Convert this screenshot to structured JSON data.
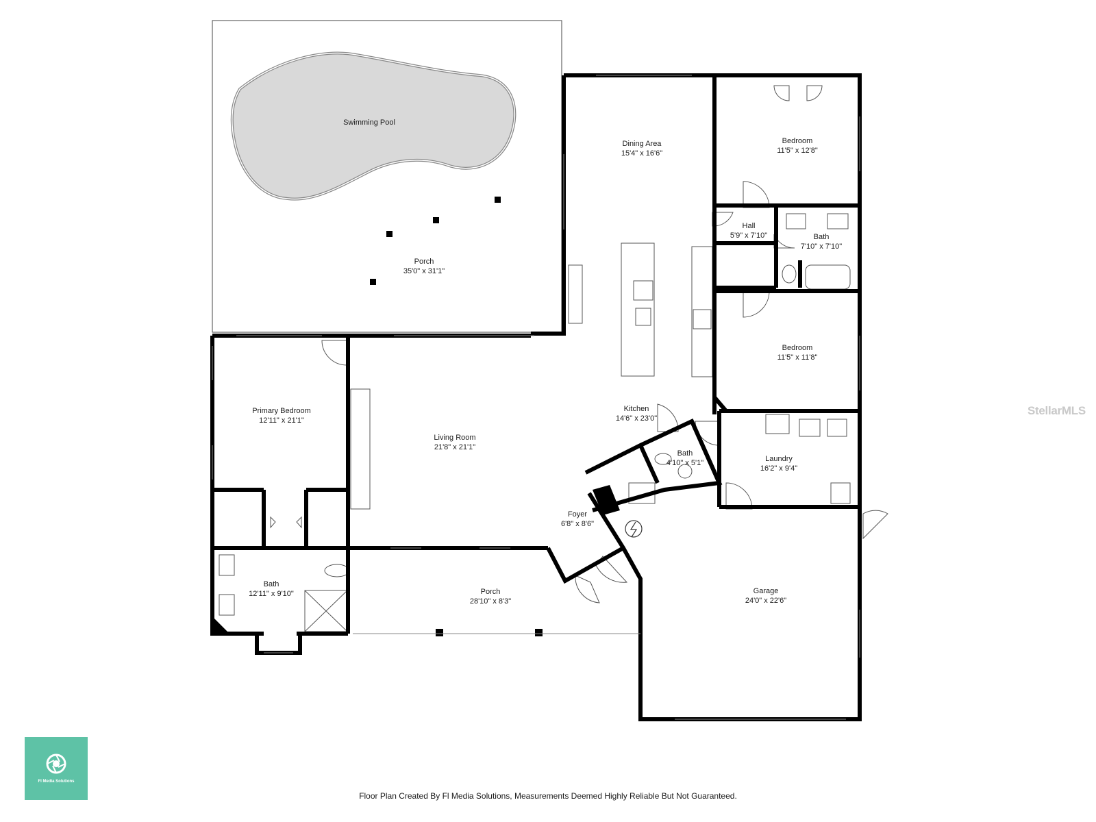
{
  "rooms": {
    "swimming_pool": {
      "name": "Swimming Pool",
      "dims": ""
    },
    "porch_back": {
      "name": "Porch",
      "dims": "35'0\" x 31'1\""
    },
    "dining_area": {
      "name": "Dining Area",
      "dims": "15'4\" x 16'6\""
    },
    "bedroom_1": {
      "name": "Bedroom",
      "dims": "11'5\" x 12'8\""
    },
    "hall": {
      "name": "Hall",
      "dims": "5'9\" x 7'10\""
    },
    "bath_hall": {
      "name": "Bath",
      "dims": "7'10\" x 7'10\""
    },
    "bedroom_2": {
      "name": "Bedroom",
      "dims": "11'5\" x 11'8\""
    },
    "primary_bedroom": {
      "name": "Primary Bedroom",
      "dims": "12'11\" x 21'1\""
    },
    "living_room": {
      "name": "Living Room",
      "dims": "21'8\" x 21'1\""
    },
    "kitchen": {
      "name": "Kitchen",
      "dims": "14'6\" x 23'0\""
    },
    "bath_half": {
      "name": "Bath",
      "dims": "4'10\" x 5'1\""
    },
    "laundry": {
      "name": "Laundry",
      "dims": "16'2\" x 9'4\""
    },
    "foyer": {
      "name": "Foyer",
      "dims": "6'8\" x 8'6\""
    },
    "bath_primary": {
      "name": "Bath",
      "dims": "12'11\" x 9'10\""
    },
    "porch_front": {
      "name": "Porch",
      "dims": "28'10\" x 8'3\""
    },
    "garage": {
      "name": "Garage",
      "dims": "24'0\" x 22'6\""
    }
  },
  "watermark": "StellarMLS",
  "logo": {
    "brand": "Fl Media Solutions",
    "icon": "camera-aperture-icon",
    "color": "#5ec2a6"
  },
  "footer": "Floor Plan Created By Fl Media Solutions, Measurements Deemed Highly Reliable But Not Guaranteed.",
  "colors": {
    "wall": "#000000",
    "pool": "#d9d9d9",
    "background": "#ffffff"
  }
}
